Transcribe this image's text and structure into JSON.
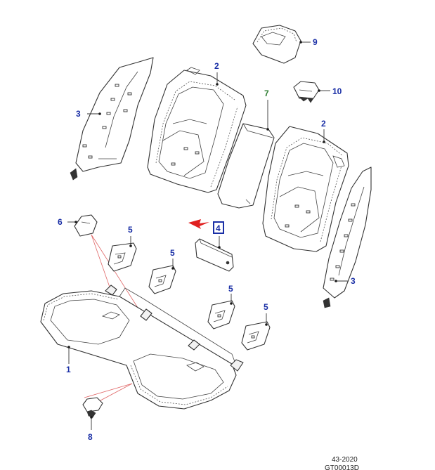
{
  "callouts": {
    "c1": "1",
    "c2a": "2",
    "c2b": "2",
    "c3a": "3",
    "c3b": "3",
    "c4": "4",
    "c5a": "5",
    "c5b": "5",
    "c5c": "5",
    "c5d": "5",
    "c6": "6",
    "c7": "7",
    "c8": "8",
    "c9": "9",
    "c10": "10"
  },
  "footer": {
    "date_code": "43-2020",
    "drawing_code": "GT00013D"
  },
  "colors": {
    "callout": "#1a2fa6",
    "callout_highlight": "#2e7d32",
    "selected_box": "#1a2fa6",
    "arrow": "#e02020",
    "leader_red": "#e06666"
  }
}
